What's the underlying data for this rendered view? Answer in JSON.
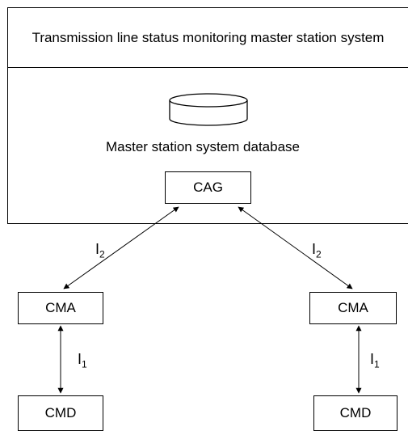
{
  "system": {
    "title": "Transmission line status monitoring master station system",
    "database_label": "Master station system database",
    "gateway_label": "CAG"
  },
  "left_branch": {
    "agent_label": "CMA",
    "device_label": "CMD",
    "upper_interface": {
      "letter": "I",
      "subscript": "2"
    },
    "lower_interface": {
      "letter": "I",
      "subscript": "1"
    }
  },
  "right_branch": {
    "agent_label": "CMA",
    "device_label": "CMD",
    "upper_interface": {
      "letter": "I",
      "subscript": "2"
    },
    "lower_interface": {
      "letter": "I",
      "subscript": "1"
    }
  },
  "icons": {
    "database": "database-cylinder-icon"
  }
}
